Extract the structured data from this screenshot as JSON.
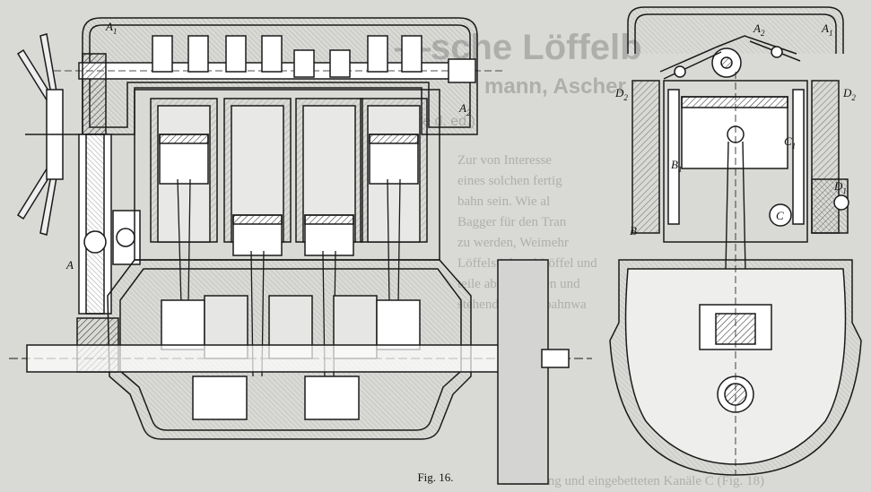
{
  "figure": {
    "caption": "Fig. 16.",
    "colors": {
      "paper": "#d9d9d6",
      "ink": "#1a1a1a",
      "hatch": "#3a3a3a",
      "bleed": "#8c8c8a"
    },
    "labels": {
      "A1_left": "A",
      "A2_left": "A",
      "A_left": "A",
      "A1_right": "A",
      "A2_right": "A",
      "D2_left": "D",
      "D2_right": "D",
      "B1": "B",
      "C1": "C",
      "C": "C",
      "D1": "D",
      "B": "B"
    },
    "subscripts": {
      "A1_left": "1",
      "A2_left": "2",
      "A1_right": "1",
      "A2_right": "2",
      "D2_left": "2",
      "D2_right": "2",
      "B1": "1",
      "C1": "1",
      "D1": "1"
    },
    "bleed_text": {
      "heading": "—sche Löffelb",
      "line1": "mann, Ascher",
      "line2": "s. ore d. ed.)",
      "p1": "Zur von Interesse",
      "p2": "eines solchen fertig",
      "p3": "bahn sein.   Wie al",
      "p4": "Bagger für den Tran",
      "p5": "zu werden,  Weimehr",
      "p6": "Löffelstiel und Löffel und",
      "p7": "teile abgenommen und",
      "p8": "stehenden Eisenbahnwa",
      "bottom": "fahrleitung  und eingebetteten Kanäle C (Fig. 18)"
    }
  }
}
